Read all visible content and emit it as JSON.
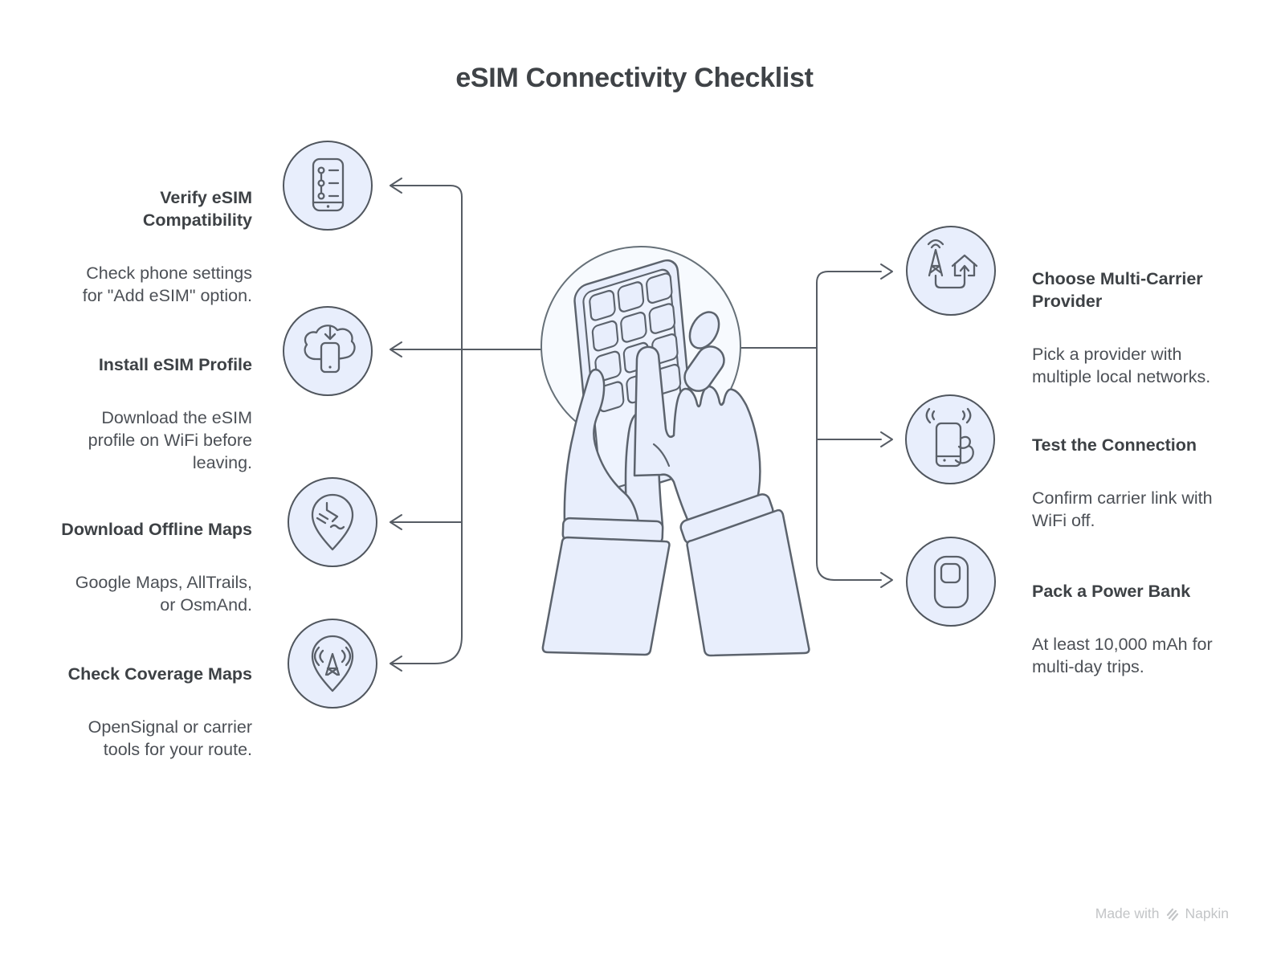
{
  "title": "eSIM Connectivity Checklist",
  "left_items": [
    {
      "title": "Verify eSIM\nCompatibility",
      "body": "Check phone settings\nfor \"Add eSIM\" option.",
      "icon": "phone-settings-icon"
    },
    {
      "title": "Install eSIM Profile",
      "body": "Download the eSIM\nprofile on WiFi before\nleaving.",
      "icon": "cloud-download-icon"
    },
    {
      "title": "Download Offline Maps",
      "body": "Google Maps, AllTrails,\nor OsmAnd.",
      "icon": "offline-map-pin-icon"
    },
    {
      "title": "Check Coverage Maps",
      "body": "OpenSignal or carrier\ntools for your route.",
      "icon": "coverage-signal-pin-icon"
    }
  ],
  "right_items": [
    {
      "title": "Choose Multi-Carrier\nProvider",
      "body": "Pick a provider with\nmultiple local networks.",
      "icon": "carrier-tower-home-icon"
    },
    {
      "title": "Test the Connection",
      "body": "Confirm carrier link with\nWiFi off.",
      "icon": "phone-hand-signal-icon"
    },
    {
      "title": "Pack a Power Bank",
      "body": "At least 10,000 mAh for\nmulti-day trips.",
      "icon": "power-bank-icon"
    }
  ],
  "center_icon": "hands-using-smartphone-illustration",
  "watermark": {
    "prefix": "Made with",
    "brand": "Napkin",
    "logo": "napkin-logo-icon"
  },
  "colors": {
    "background": "#ffffff",
    "icon_fill": "#e8eefc",
    "icon_stroke": "#50565e",
    "connector_line": "#565c64",
    "title_text": "#3f4347",
    "item_title_text": "#3d4145",
    "body_text": "#4c5056",
    "watermark_text": "#c3c5c7",
    "illustration_fill": "#e8eefc",
    "illustration_circle": "#f7fafe"
  }
}
